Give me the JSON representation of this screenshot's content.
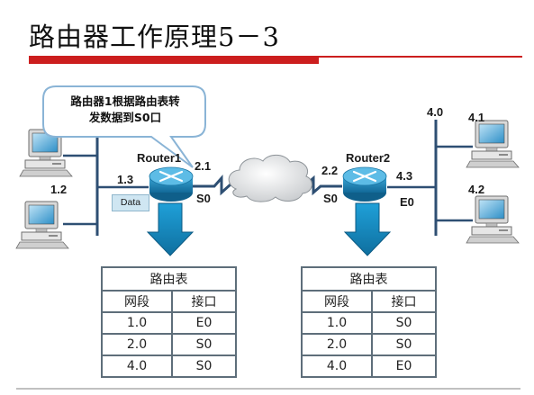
{
  "slide": {
    "title": "路由器工作原理5－3"
  },
  "callout": {
    "line1": "路由器1根据路由表转",
    "line2": "发数据到S0口"
  },
  "labels": {
    "router1": "Router1",
    "router2": "Router2",
    "ip_1_2": "1.2",
    "ip_1_3": "1.3",
    "ip_2_1": "2.1",
    "ip_2_2": "2.2",
    "ip_4_0": "4.0",
    "ip_4_1": "4.1",
    "ip_4_2": "4.2",
    "ip_4_3": "4.3",
    "r1_s0": "S0",
    "r2_s0": "S0",
    "r2_e0": "E0",
    "packet": "Data"
  },
  "table_left": {
    "caption": "路由表",
    "headers": [
      "网段",
      "接口"
    ],
    "rows": [
      [
        "1.0",
        "E0"
      ],
      [
        "2.0",
        "S0"
      ],
      [
        "4.0",
        "S0"
      ]
    ]
  },
  "table_right": {
    "caption": "路由表",
    "headers": [
      "网段",
      "接口"
    ],
    "rows": [
      [
        "1.0",
        "S0"
      ],
      [
        "2.0",
        "S0"
      ],
      [
        "4.0",
        "E0"
      ]
    ]
  },
  "colors": {
    "accent_red": "#cc1e1e",
    "router_blue": "#1f8fc0",
    "arrow_blue": "#1fa0d8",
    "segment_line": "#2e4f73"
  }
}
